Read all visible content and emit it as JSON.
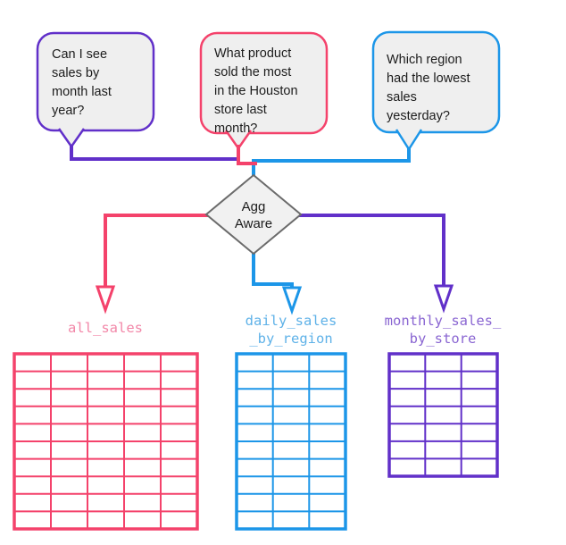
{
  "bubbles": [
    {
      "text": "Can I see\nsales by\nmonth last\nyear?"
    },
    {
      "text": "What product\nsold the most\nin the Houston\nstore last\nmonth?"
    },
    {
      "text": "Which region\nhad the lowest\nsales\nyesterday?"
    }
  ],
  "diamond": {
    "label": "Agg\nAware"
  },
  "tables": [
    {
      "label": "all_sales",
      "rows": 10,
      "cols": 5,
      "color": "#F4426B",
      "label_color": "#F287A8"
    },
    {
      "label": "daily_sales\n_by_region",
      "rows": 10,
      "cols": 3,
      "color": "#1C96E8",
      "label_color": "#5FB2E8"
    },
    {
      "label": "monthly_sales_\nby_store",
      "rows": 7,
      "cols": 3,
      "color": "#6130C9",
      "label_color": "#8A66D2"
    }
  ],
  "colors": {
    "purple": "#6130C9",
    "pink": "#F4426B",
    "blue": "#1C96E8",
    "bubble_fill": "#EFEFEF",
    "diamond_fill": "#F1F1F1",
    "diamond_border": "#6B6B6B",
    "text": "#1C1C1C"
  }
}
